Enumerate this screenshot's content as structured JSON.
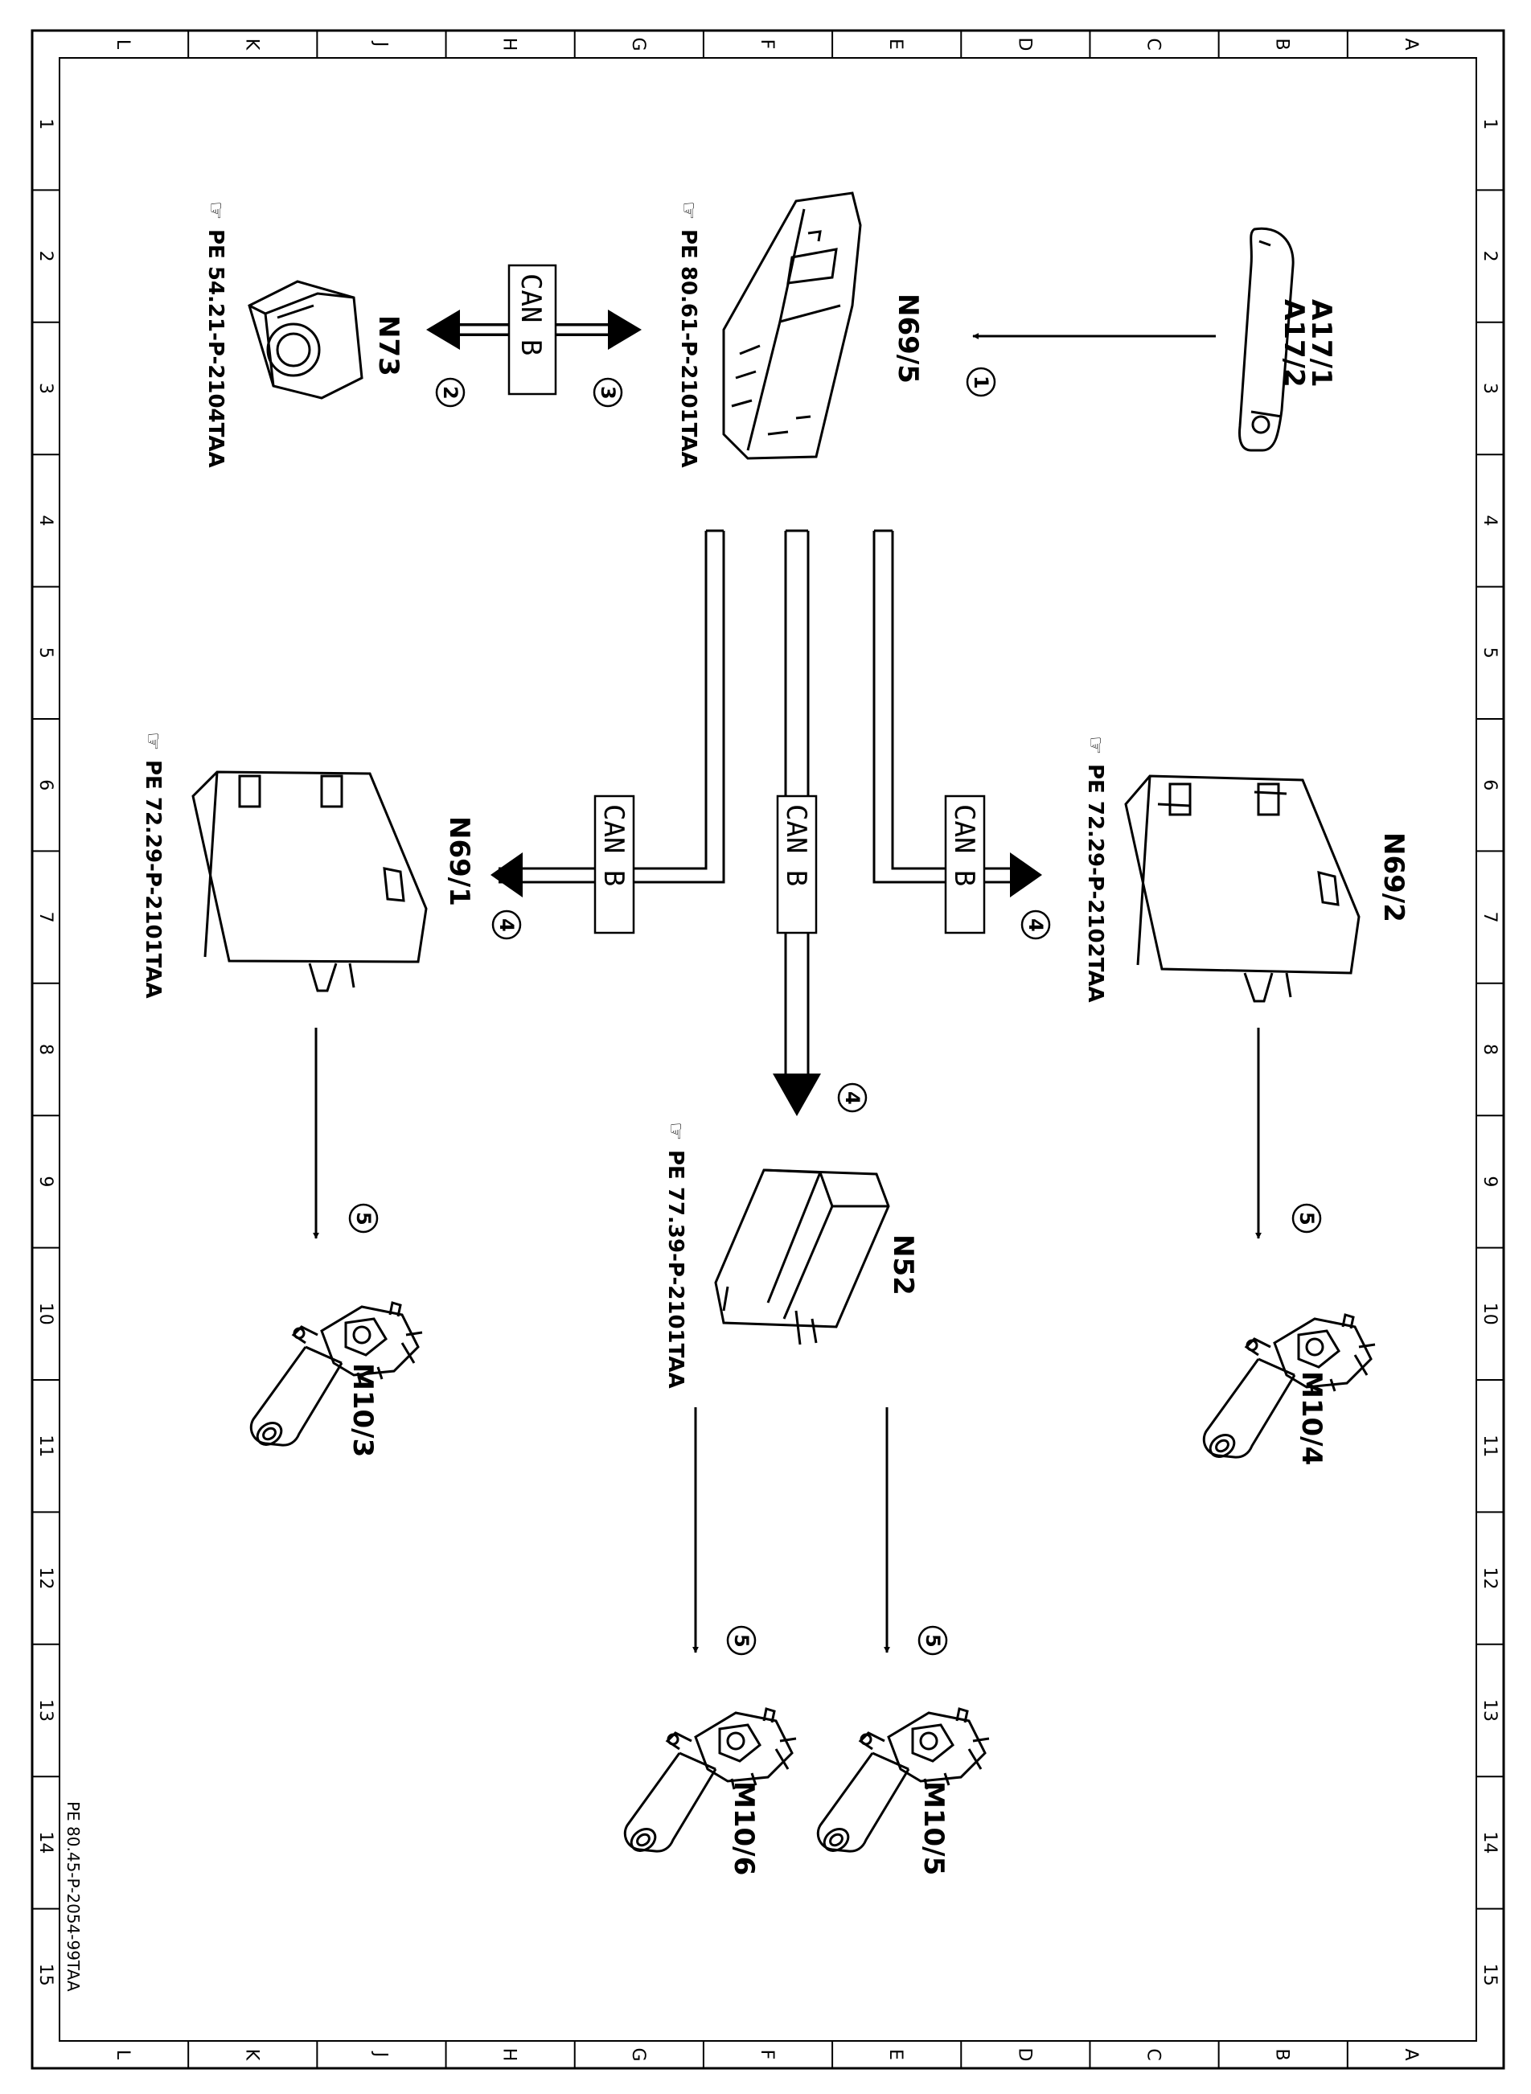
{
  "frame": {
    "letters": [
      "L",
      "K",
      "J",
      "H",
      "G",
      "F",
      "E",
      "D",
      "C",
      "B",
      "A"
    ],
    "numbers": [
      "1",
      "2",
      "3",
      "4",
      "5",
      "6",
      "7",
      "8",
      "9",
      "10",
      "11",
      "12",
      "13",
      "14",
      "15"
    ],
    "doc_id": "PE 80.45-P-2054-99TAA"
  },
  "components": {
    "a17": {
      "label1": "A17/1",
      "label2": "A17/2"
    },
    "n69_5": {
      "label": "N69/5",
      "ref": "PE 80.61-P-2101TAA"
    },
    "n73": {
      "label": "N73",
      "ref": "PE 54.21-P-2104TAA"
    },
    "n69_2": {
      "label": "N69/2",
      "ref": "PE 72.29-P-2102TAA"
    },
    "n69_1": {
      "label": "N69/1",
      "ref": "PE 72.29-P-2101TAA"
    },
    "n52": {
      "label": "N52",
      "ref": "PE 77.39-P-2101TAA"
    },
    "m10_4": {
      "label": "M10/4"
    },
    "m10_3": {
      "label": "M10/3"
    },
    "m10_5": {
      "label": "M10/5"
    },
    "m10_6": {
      "label": "M10/6"
    }
  },
  "bus": {
    "can_label": "CAN B"
  },
  "steps": {
    "s1": "1",
    "s2": "2",
    "s3": "3",
    "s4a": "4",
    "s4b": "4",
    "s4c": "4",
    "s5a": "5",
    "s5b": "5",
    "s5c": "5",
    "s5d": "5"
  }
}
